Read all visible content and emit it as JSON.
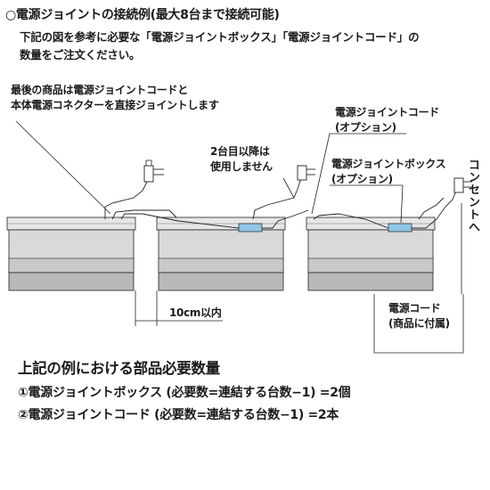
{
  "heading": {
    "title": "○電源ジョイントの接続例(最大8台まで接続可能)",
    "line1": "下記の図を参考に必要な「電源ジョイントボックス」「電源ジョイントコード」の",
    "line2": "数量をご注文ください。"
  },
  "callouts": {
    "last_product_1": "最後の商品は電源ジョイントコードと",
    "last_product_2": "本体電源コネクターを直接ジョイントします",
    "second_unit_1": "2台目以降は",
    "second_unit_2": "使用しません",
    "joint_cord_1": "電源ジョイントコード",
    "joint_cord_2": "(オプション)",
    "joint_box_1": "電源ジョイントボックス",
    "joint_box_2": "(オプション)",
    "outlet": "コンセントへ",
    "distance": "10cm以内",
    "power_cord_1": "電源コード",
    "power_cord_2": "(商品に付属)"
  },
  "requirements": {
    "title": "上記の例における部品必要数量",
    "item1": "①電源ジョイントボックス (必要数=連結する台数−1) =2個",
    "item2": "②電源ジョイントコード (必要数=連結する台数−1) =2本"
  },
  "colors": {
    "text": "#1a1a1a",
    "line": "#222222",
    "joint_box": "#8fc6e6",
    "unit_fill": "#d9d9d9",
    "unit_dark": "#b9b9b9"
  }
}
